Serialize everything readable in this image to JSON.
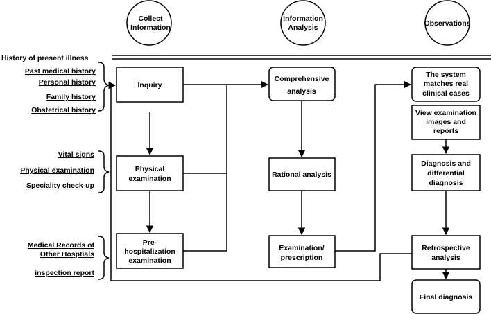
{
  "headers": {
    "collect": [
      "Collect",
      "Information"
    ],
    "analysis": [
      "Information",
      "Analysis"
    ],
    "observations": [
      "Observations"
    ]
  },
  "history_title": "History of present illness",
  "history_items": [
    "Past medical history",
    "Personal history",
    "Family history",
    "Obstetrical history"
  ],
  "exam_items": [
    "Vital signs",
    "Physical examination",
    "Speciality check-up"
  ],
  "records_items": [
    "Medical Records of",
    "Other Hosptials",
    "inspection report"
  ],
  "collect_boxes": {
    "inquiry": [
      "Inquiry"
    ],
    "physical": [
      "Physical",
      "examination"
    ],
    "prehosp": [
      "Pre-",
      "hospitalization",
      "examination"
    ]
  },
  "analysis_boxes": {
    "comprehensive": [
      "Comprehensive",
      "analysis"
    ],
    "rational": [
      "Rational analysis"
    ],
    "examination": [
      "Examination/",
      "prescription"
    ]
  },
  "observation_boxes": {
    "matches": [
      "The system",
      "matches real",
      "clinical cases"
    ],
    "view": [
      "View examination",
      "images and",
      "reports"
    ],
    "diagnosis": [
      "Diagnosis and",
      "differential",
      "diagnosis"
    ],
    "retrospective": [
      "Retrospective",
      "analysis"
    ],
    "final": [
      "Final diagnosis"
    ]
  }
}
